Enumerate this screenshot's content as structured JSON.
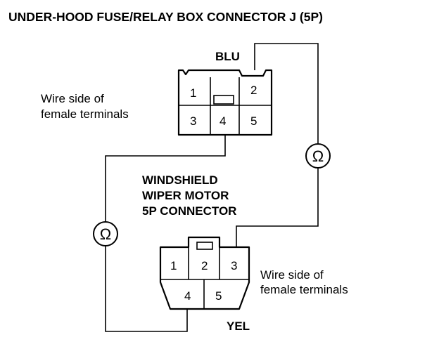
{
  "title": "UNDER-HOOD FUSE/RELAY BOX CONNECTOR J (5P)",
  "connector_j": {
    "color": "BLU",
    "note_line1": "Wire side of",
    "note_line2": "female terminals",
    "pins": [
      "1",
      "2",
      "3",
      "4",
      "5"
    ]
  },
  "wiper_connector": {
    "label_line1": "WINDSHIELD",
    "label_line2": "WIPER MOTOR",
    "label_line3": "5P CONNECTOR",
    "color": "YEL",
    "note_line1": "Wire side of",
    "note_line2": "female terminals",
    "pins": [
      "1",
      "2",
      "3",
      "4",
      "5"
    ]
  },
  "meters": {
    "symbol": "Ω"
  }
}
